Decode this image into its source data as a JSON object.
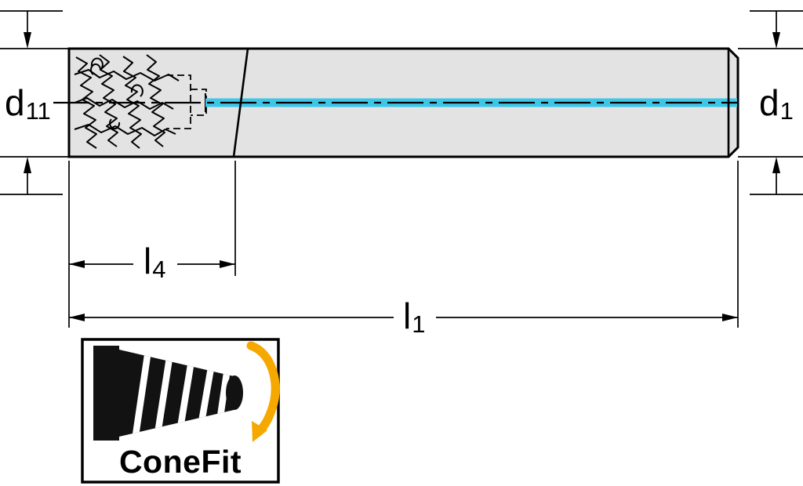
{
  "labels": {
    "d11": {
      "base": "d",
      "sub": "11"
    },
    "d1": {
      "base": "d",
      "sub": "1"
    },
    "l4": {
      "base": "l",
      "sub": "4"
    },
    "l1": {
      "base": "l",
      "sub": "1"
    }
  },
  "logo": {
    "label": "ConeFit"
  },
  "colors": {
    "body_fill": "#e3e3e3",
    "coolant_blue": "#3cc6e8",
    "logo_yellow": "#f5a800",
    "logo_black": "#121212",
    "line": "#000000"
  }
}
